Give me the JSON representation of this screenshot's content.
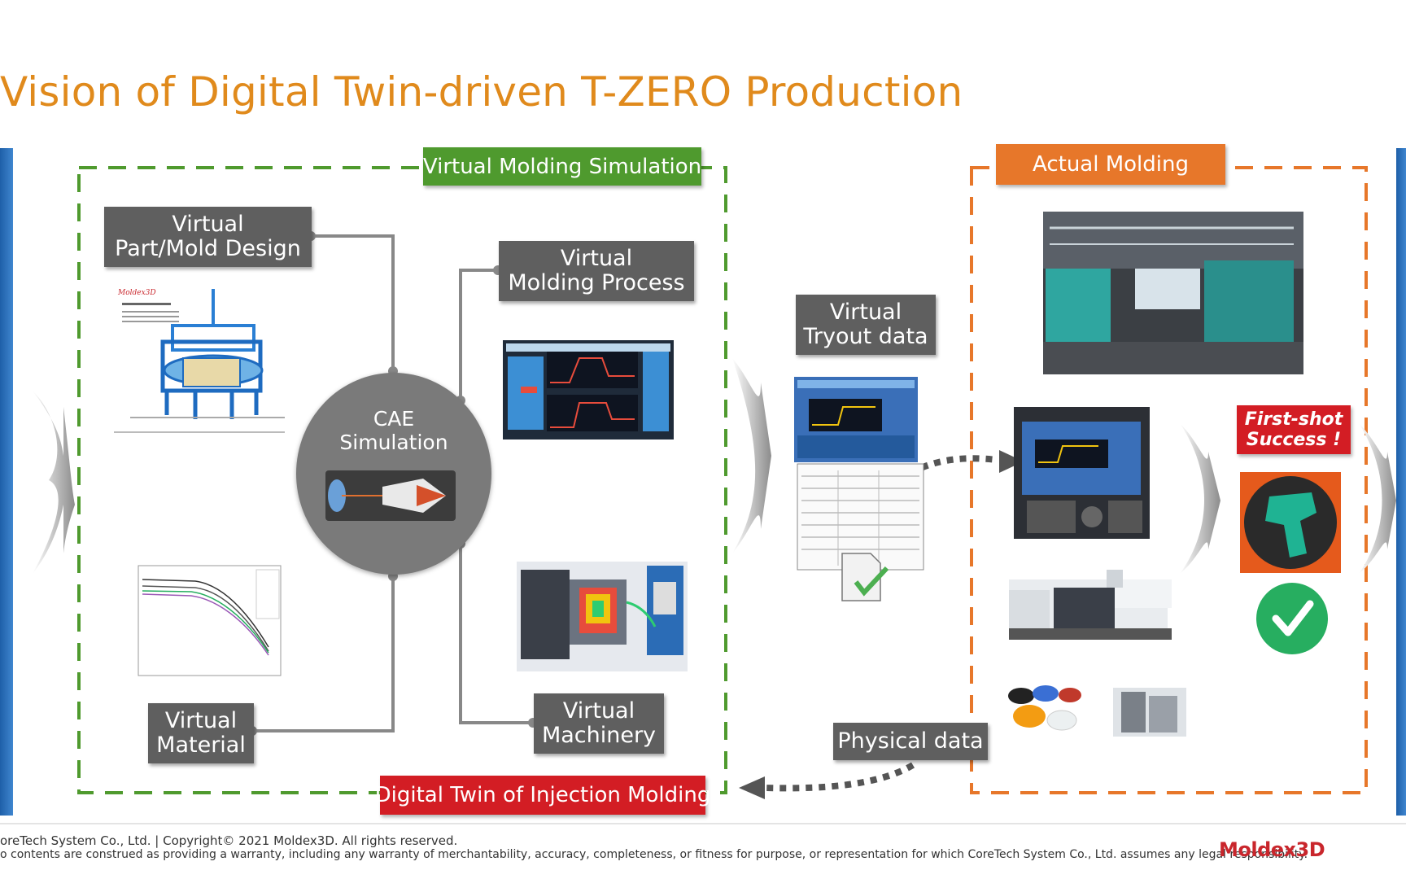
{
  "slide": {
    "title": "Vision of Digital Twin-driven T-ZERO Production"
  },
  "sections": {
    "virtual_sim": "Virtual Molding Simulation",
    "actual": "Actual Molding",
    "digital_twin": "Digital Twin of Injection Molding"
  },
  "nodes": {
    "part_mold": "Virtual\nPart/Mold Design",
    "molding_process": "Virtual\nMolding Process",
    "material": "Virtual\nMaterial",
    "machinery": "Virtual\nMachinery",
    "tryout": "Virtual\nTryout data",
    "physical": "Physical data",
    "cae": "CAE\nSimulation",
    "first_shot": "First-shot\nSuccess !"
  },
  "footer": {
    "copyright": "oreTech System Co., Ltd. | Copyright© 2021 Moldex3D. All rights reserved.",
    "disclaimer": "o contents are construed as providing a warranty, including any warranty of merchantability, accuracy, completeness, or fitness for purpose, or representation for which CoreTech System Co., Ltd. assumes any legal responsibility.",
    "logo": "Moldex3D"
  },
  "colors": {
    "title": "#e08a1c",
    "green": "#4f9a2e",
    "orange": "#e7772a",
    "red": "#d31d24",
    "node_gray": "#5f5f5f"
  }
}
